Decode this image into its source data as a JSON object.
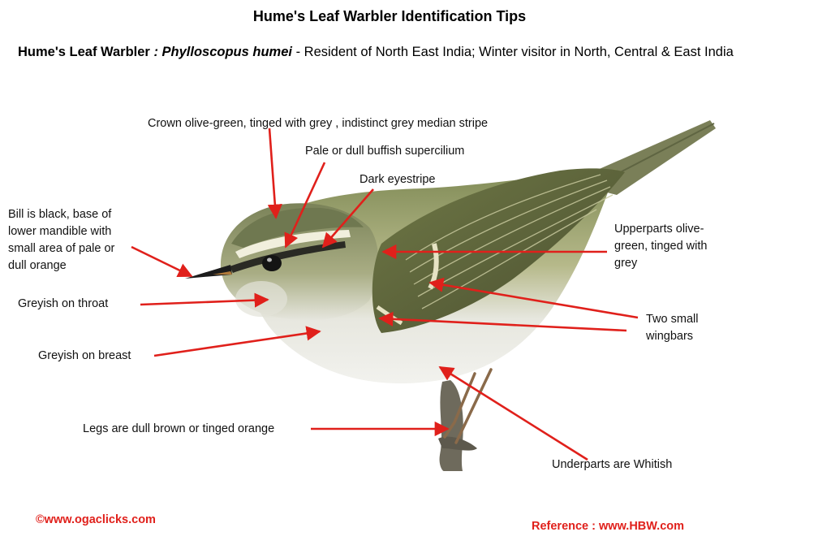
{
  "title": "Hume's Leaf Warbler  Identification Tips",
  "subtitle": {
    "common_name": "Hume's Leaf Warbler",
    "sep": " : ",
    "scientific_name": "Phylloscopus  humei",
    "range_text": "  - Resident of North East India; Winter visitor in North, Central & East India"
  },
  "labels": {
    "crown": "Crown olive-green, tinged with grey ,  indistinct grey median stripe",
    "supercilium": "Pale or dull buffish supercilium",
    "eyestripe": "Dark eyestripe",
    "bill": [
      "Bill is black, base of",
      "lower mandible with",
      "small area of pale or",
      "dull orange"
    ],
    "throat": "Greyish on throat",
    "breast": "Greyish on breast",
    "legs": "Legs are dull brown or tinged orange",
    "upperparts": [
      "Upperparts  olive-",
      "green, tinged with",
      "grey"
    ],
    "wingbars": [
      "Two small",
      "wingbars"
    ],
    "underparts": "Underparts are Whitish"
  },
  "footer": {
    "credit": "©www.ogaclicks.com",
    "reference": "Reference : www.HBW.com"
  },
  "colors": {
    "arrow": "#e0201b",
    "footer": "#e0201b",
    "olive": "#8a9460",
    "belly": "#ecece6",
    "eyestripe": "#2a2a24"
  }
}
